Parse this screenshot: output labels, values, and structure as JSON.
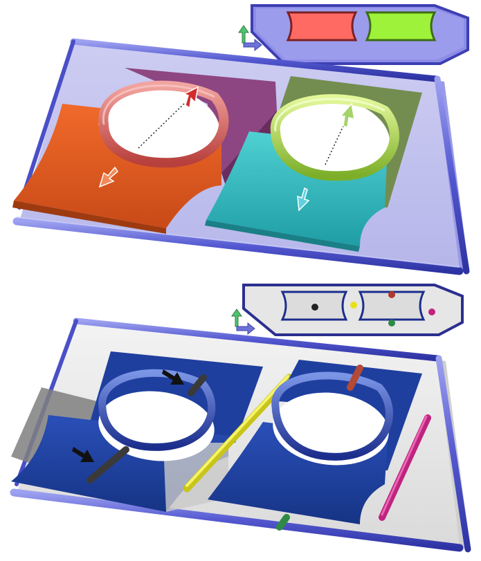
{
  "figure": {
    "colors": {
      "frame_edge": "#4a4fc8",
      "frame_edge_light": "#8e92ea",
      "frame_fill_top": "#b4b4ec",
      "frame_fill_bottom": "#e4e4e4",
      "wire_dark": "#1c2e8c",
      "region_orange": "#e0571f",
      "region_purple": "#8a3f7a",
      "region_teal": "#2fb3b9",
      "region_olive": "#6f8a47",
      "ring_red": "#d6504f",
      "ring_green": "#9fd43a",
      "slab_blue": "#1b3d9c",
      "slab_gray": "#9b9b9b",
      "rod_yellow": "#eaea2a",
      "rod_magenta": "#c0237f",
      "rod_rust": "#b24a36",
      "rod_green": "#2f8a45",
      "rod_dark": "#3a3a3a",
      "axis_up": "#4ec46c",
      "axis_right": "#6b72d8",
      "arrow_black": "#111111"
    },
    "panels": [
      {
        "name": "top-panel",
        "variant": "colored-pockets",
        "legend_thumbs": [
          "red",
          "green"
        ]
      },
      {
        "name": "bottom-panel",
        "variant": "blue-slabs-with-rods",
        "legend_markers": [
          "black",
          "yellow",
          "red",
          "magenta",
          "green"
        ]
      }
    ],
    "axis_icons": [
      "up-arrow-icon",
      "right-arrow-icon"
    ],
    "arrow_icons": [
      "outward-arrow-icon",
      "black-pointer-icon"
    ]
  }
}
